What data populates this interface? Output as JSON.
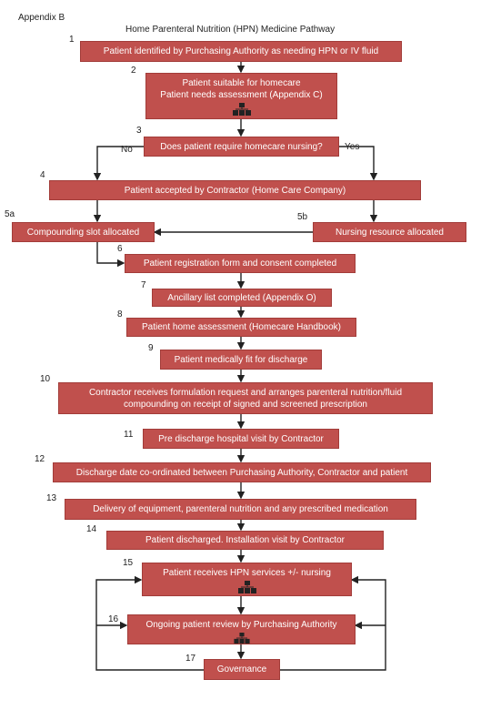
{
  "header": {
    "appendix": "Appendix B",
    "title": "Home Parenteral Nutrition (HPN) Medicine Pathway"
  },
  "steps": {
    "s1": {
      "num": "1",
      "text": "Patient identified by Purchasing Authority as needing HPN or IV fluid"
    },
    "s2": {
      "num": "2",
      "line1": "Patient suitable for homecare",
      "line2": "Patient needs assessment (Appendix C)"
    },
    "s3": {
      "num": "3",
      "text": "Does patient require homecare nursing?",
      "no": "No",
      "yes": "Yes"
    },
    "s4": {
      "num": "4",
      "text": "Patient accepted by Contractor (Home Care Company)"
    },
    "s5a": {
      "num": "5a",
      "text": "Compounding slot allocated"
    },
    "s5b": {
      "num": "5b",
      "text": "Nursing resource allocated"
    },
    "s6": {
      "num": "6",
      "text": "Patient registration form and consent completed"
    },
    "s7": {
      "num": "7",
      "text": "Ancillary list completed (Appendix O)"
    },
    "s8": {
      "num": "8",
      "text": "Patient home assessment (Homecare Handbook)"
    },
    "s9": {
      "num": "9",
      "text": "Patient medically fit for discharge"
    },
    "s10": {
      "num": "10",
      "line1": "Contractor receives formulation request and arranges parenteral nutrition/fluid",
      "line2": "compounding on receipt of signed and screened prescription"
    },
    "s11": {
      "num": "11",
      "text": "Pre discharge hospital visit by Contractor"
    },
    "s12": {
      "num": "12",
      "text": "Discharge date co-ordinated between Purchasing Authority, Contractor and patient"
    },
    "s13": {
      "num": "13",
      "text": "Delivery of equipment, parenteral nutrition and any prescribed medication"
    },
    "s14": {
      "num": "14",
      "text": "Patient discharged. Installation visit by Contractor"
    },
    "s15": {
      "num": "15",
      "text": "Patient receives HPN services +/- nursing"
    },
    "s16": {
      "num": "16",
      "text": "Ongoing patient review by Purchasing Authority"
    },
    "s17": {
      "num": "17",
      "text": "Governance"
    }
  },
  "colors": {
    "box_fill": "#c0504d",
    "box_text": "#ffffff",
    "line": "#222222"
  },
  "icons": {
    "subprocess": "hierarchy-icon"
  }
}
